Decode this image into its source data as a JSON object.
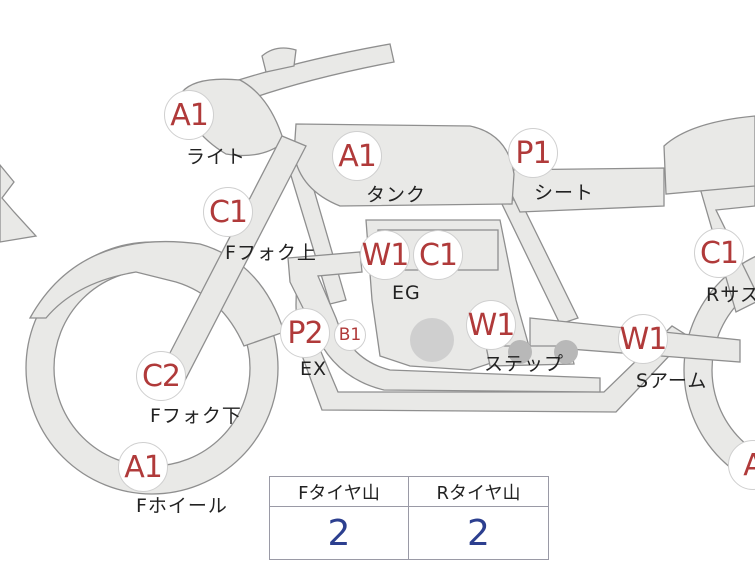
{
  "colors": {
    "body_fill": "#e9e9e7",
    "outline": "#8f8f8f",
    "badge_text": "#b03a3a",
    "label_text": "#222222",
    "table_value": "#2c3f8f",
    "table_border": "#9a9aa6"
  },
  "badges": {
    "light": "A1",
    "tank": "A1",
    "seat": "P1",
    "fork_upper": "C1",
    "engine_w": "W1",
    "engine_c": "C1",
    "rear_sus": "C1",
    "exhaust_p": "P2",
    "exhaust_b": "B1",
    "step": "W1",
    "swing_arm": "W1",
    "fork_lower": "C2",
    "front_wheel": "A1",
    "rear_wheel": "A"
  },
  "labels": {
    "light": "ライト",
    "tank": "タンク",
    "seat": "シート",
    "fork_upper": "Fフォク上",
    "engine": "EG",
    "rear_sus": "Rサス",
    "exhaust": "EX",
    "step": "ステップ",
    "swing_arm": "Sアーム",
    "fork_lower": "Fフォク下",
    "front_wheel": "Fホイール"
  },
  "tire_table": {
    "front_header": "Fタイヤ山",
    "rear_header": "Rタイヤ山",
    "front_value": "2",
    "rear_value": "2"
  }
}
